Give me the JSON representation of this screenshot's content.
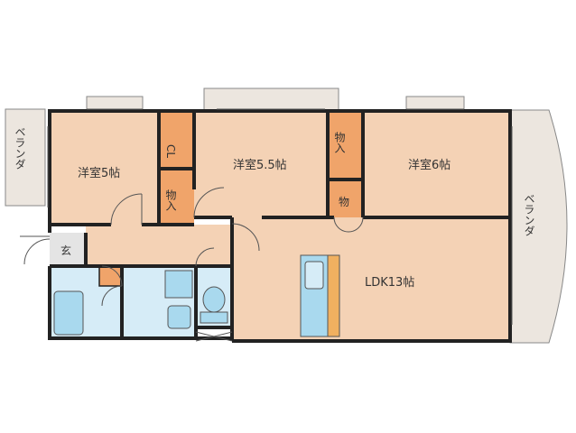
{
  "floorplan": {
    "rooms": {
      "western_room_5": "洋室5帖",
      "western_room_5_5": "洋室5.5帖",
      "western_room_6": "洋室6帖",
      "ldk": "LDK13帖",
      "closet": "CL",
      "storage_a": "物入",
      "storage_b": "物入",
      "storage_c": "物",
      "entrance": "玄"
    },
    "balconies": {
      "left": "ベランダ",
      "right": "ベランダ"
    }
  },
  "colors": {
    "room_fill": "#f4d2b5",
    "storage_fill": "#f0a46a",
    "wet_fill": "#d6ecf7",
    "fixture_fill": "#a9d9ee",
    "balcony_fill": "#ece6df",
    "wall": "#222222",
    "entrance_fill": "#e4e4e4",
    "counter_fill": "#f0b060"
  }
}
